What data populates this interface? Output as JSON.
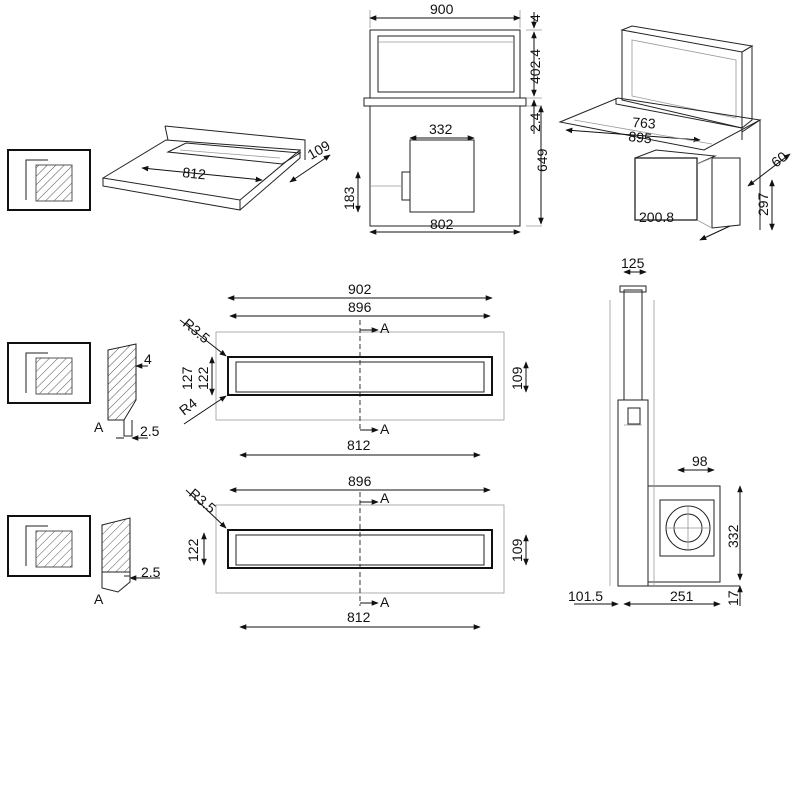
{
  "views": {
    "top_front": {
      "width": "900",
      "top_thickness": "4",
      "upper_height": "402.4",
      "gap": "2.4",
      "lower_height": "649",
      "motor_width": "332",
      "motor_height": "183",
      "base_width": "802"
    },
    "top_iso": {
      "depth_a": "763",
      "depth_b": "895",
      "offset": "60",
      "height": "297",
      "motor_depth": "200.8"
    },
    "countertop": {
      "cutout_length": "812",
      "cutout_width": "109"
    },
    "plan_flush": {
      "overall": "902",
      "inner": "896",
      "radius_top": "R3.5",
      "radius_bottom": "R4",
      "outer_height": "127",
      "inner_height": "122",
      "slot_height": "109",
      "section_marker": "A",
      "cut_length": "812",
      "detail_depth": "4",
      "detail_gap": "2.5"
    },
    "plan_surface": {
      "inner": "896",
      "radius_top": "R3.5",
      "inner_height": "122",
      "slot_height": "109",
      "section_marker": "A",
      "cut_length": "812",
      "detail_gap": "2.5"
    },
    "side": {
      "column_width": "125",
      "outlet": "98",
      "motor_height": "332",
      "offset_back": "101.5",
      "motor_depth": "251",
      "base_clearance": "17"
    }
  }
}
